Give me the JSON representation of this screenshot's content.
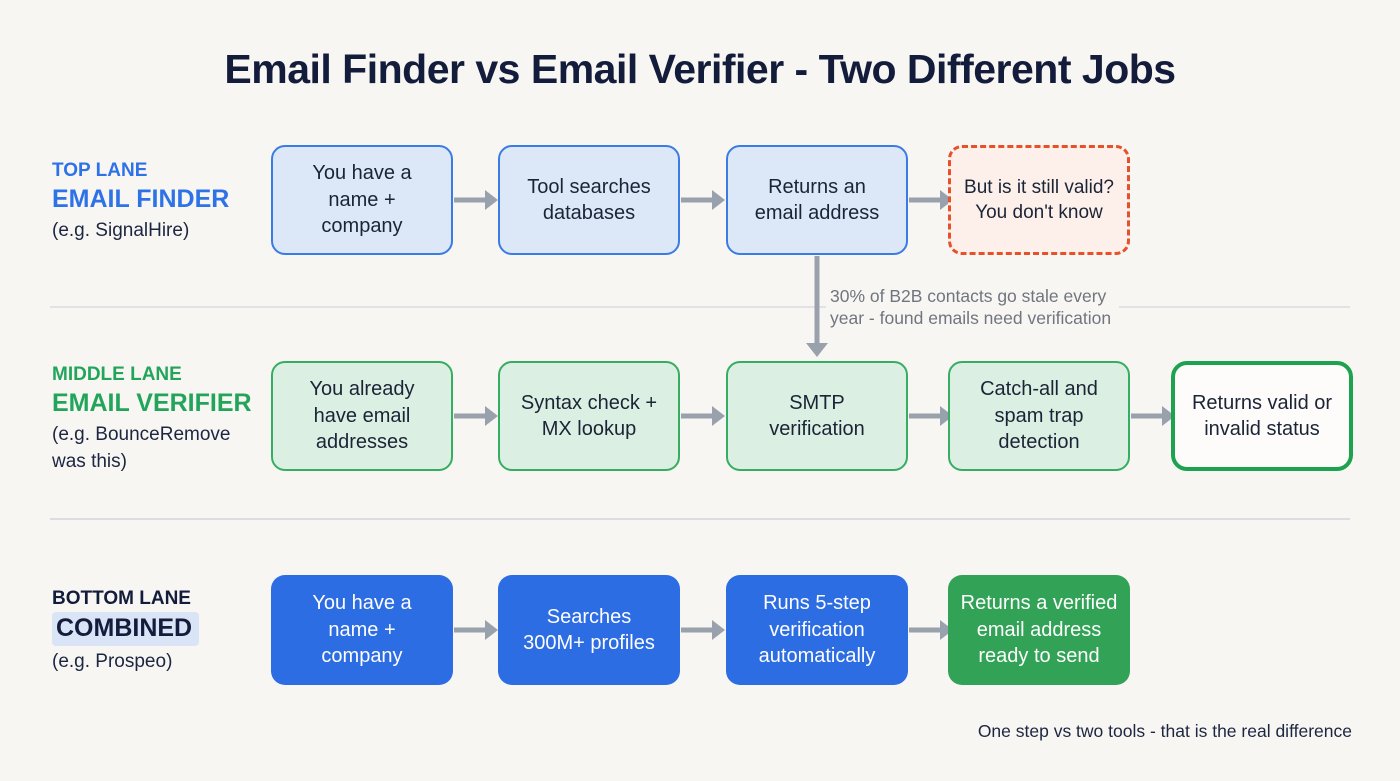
{
  "page": {
    "title": "Email Finder vs Email Verifier - Two Different Jobs",
    "annotation": "30% of B2B contacts go stale every\nyear - found emails need verification",
    "footer": "One step vs two tools - that is the real difference"
  },
  "colors": {
    "background": "#f8f6f2",
    "title_text": "#131c3b",
    "blue_accent": "#2e72e8",
    "light_blue_fill": "#dce8f8",
    "blue_border": "#3b7ce4",
    "green_accent": "#22a55b",
    "light_green_fill": "#dbf0e2",
    "green_border": "#37ad63",
    "outcome_border": "#1da24f",
    "warning_border": "#e5512b",
    "warning_fill": "#fdf0ea",
    "solid_blue": "#2d6de3",
    "solid_green": "#32a356",
    "arrow_gray": "#99a1ad",
    "annotation_gray": "#70757f",
    "combined_highlight": "#d9e4f6"
  },
  "lanes": {
    "top": {
      "label_small": "TOP LANE",
      "label_big": "EMAIL FINDER",
      "label_example": "(e.g. SignalHire)",
      "steps": [
        {
          "text": "You have a\nname +\ncompany"
        },
        {
          "text": "Tool searches\ndatabases"
        },
        {
          "text": "Returns an\nemail address"
        },
        {
          "text": "But is it still valid?\nYou don't know"
        }
      ]
    },
    "middle": {
      "label_small": "MIDDLE LANE",
      "label_big": "EMAIL VERIFIER",
      "label_example": "(e.g. BounceRemove\nwas this)",
      "steps": [
        {
          "text": "You already\nhave email\naddresses"
        },
        {
          "text": "Syntax check +\nMX lookup"
        },
        {
          "text": "SMTP\nverification"
        },
        {
          "text": "Catch-all and\nspam trap\ndetection"
        },
        {
          "text": "Returns valid or\ninvalid status"
        }
      ]
    },
    "bottom": {
      "label_small": "BOTTOM LANE",
      "label_big": "COMBINED",
      "label_example": "(e.g. Prospeo)",
      "steps": [
        {
          "text": "You have a\nname +\ncompany"
        },
        {
          "text": "Searches\n300M+ profiles"
        },
        {
          "text": "Runs 5-step\nverification\nautomatically"
        },
        {
          "text": "Returns a verified\nemail address\nready to send"
        }
      ]
    }
  }
}
